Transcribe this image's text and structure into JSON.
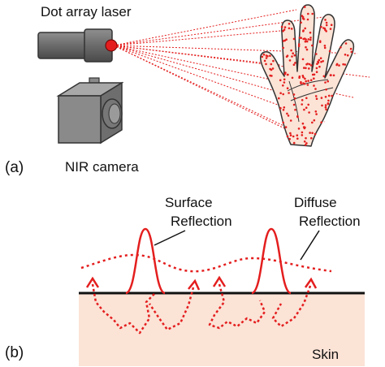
{
  "panel_a": {
    "letter": "(a)",
    "laser_label": "Dot array laser",
    "camera_label": "NIR camera"
  },
  "panel_b": {
    "letter": "(b)",
    "surface_reflection": [
      "Surface",
      "Reflection"
    ],
    "diffuse_reflection": [
      "Diffuse",
      "Reflection"
    ],
    "skin_label": "Skin"
  },
  "colors": {
    "laser_red": "#e41e1e",
    "skin": "#fbe3d6",
    "laser_body": "#6e6e6e",
    "camera_body": "#8a8a8a",
    "hand_fill": "#fbe3d6"
  }
}
